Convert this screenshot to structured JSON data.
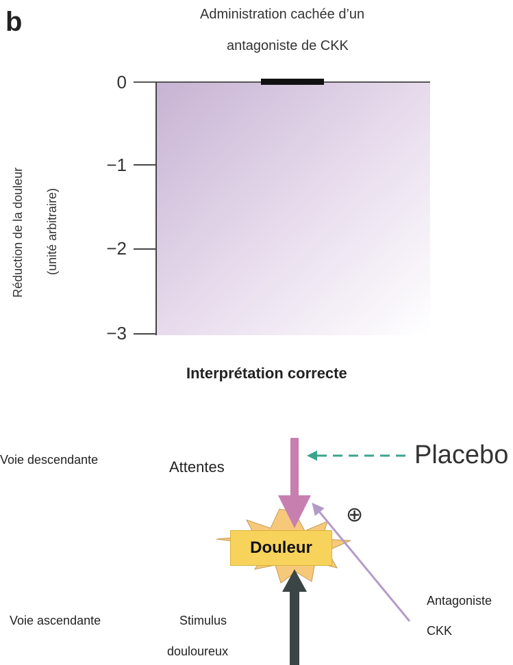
{
  "panel_label": "b",
  "chart": {
    "caption_line1": "Administration cachée d’un",
    "caption_line2": "antagoniste de CKK",
    "ylabel_line1": "Réduction de la douleur",
    "ylabel_line2": "(unité arbitraire)",
    "ticks": [
      "0",
      "−1",
      "−2",
      "−3"
    ],
    "xcaption": "Interprétation correcte",
    "fill_color": "#c7b3d3"
  },
  "chart_data": {
    "type": "area",
    "title": "Administration cachée d’un antagoniste de CKK",
    "ylabel": "Réduction de la douleur (unité arbitraire)",
    "xlabel": "Interprétation correcte",
    "ylim": [
      -3,
      0
    ],
    "yticks": [
      0,
      -1,
      -2,
      -3
    ]
  },
  "diagram": {
    "voie_descendante": "Voie descendante",
    "voie_ascendante": "Voie ascendante",
    "attentes": "Attentes",
    "placebo": "Placebo",
    "plus_symbol": "⊕",
    "douleur": "Douleur",
    "stimulus_line1": "Stimulus",
    "stimulus_line2": "douloureux",
    "antagoniste_line1": "Antagoniste",
    "antagoniste_line2": "CKK",
    "colors": {
      "descending_arrow": "#c77fb0",
      "ascending_arrow": "#3b4545",
      "placebo_arrow": "#3aa58f",
      "antagonist_arrow": "#b39bc9",
      "star": "#f6c97a",
      "box": "#f7d35c"
    }
  }
}
